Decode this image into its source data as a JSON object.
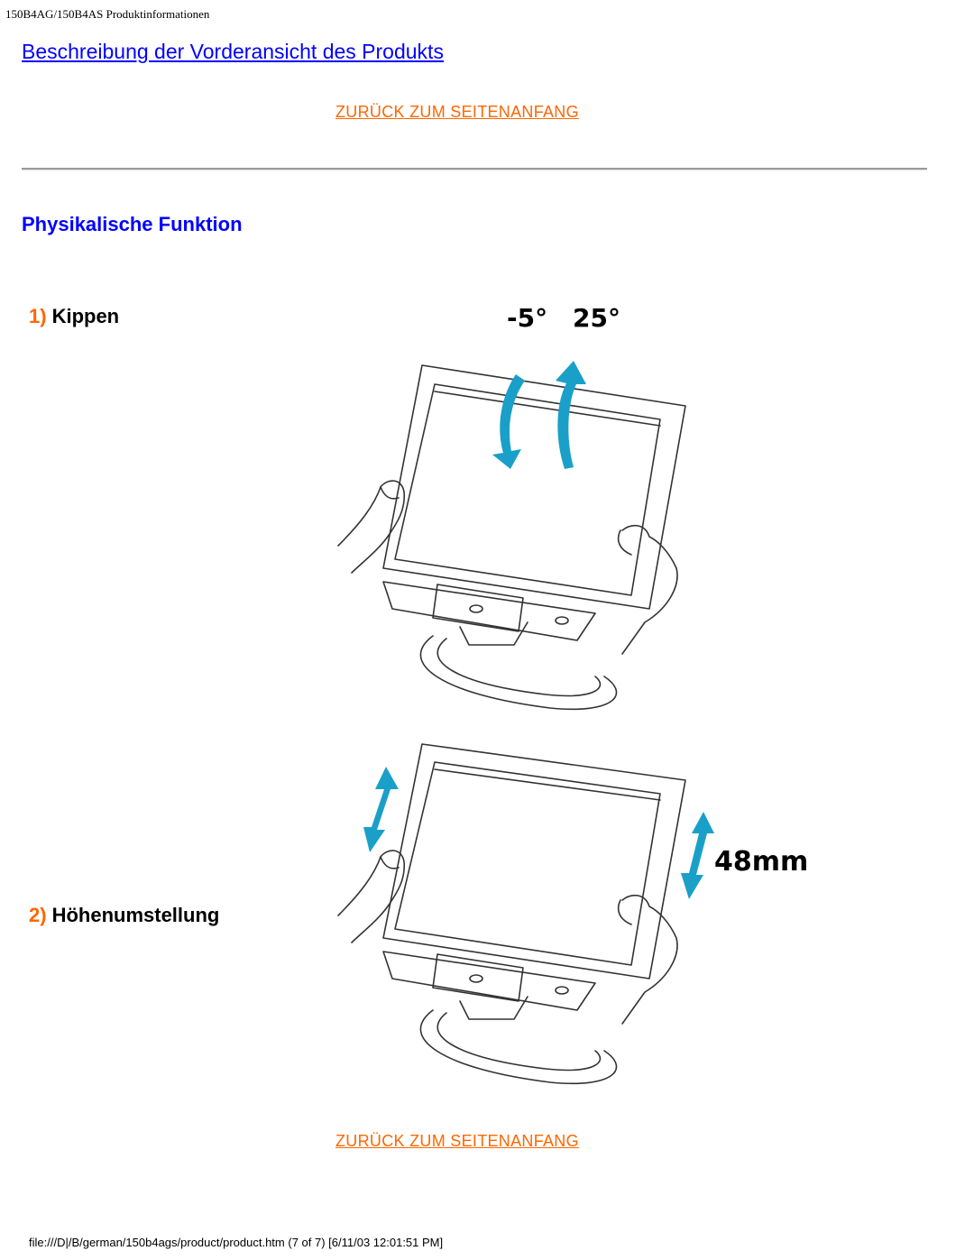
{
  "header": {
    "doc_title": "150B4AG/150B4AS Produktinformationen"
  },
  "section_link": "Beschreibung der Vorderansicht des Produkts",
  "back_to_top": "ZURÜCK ZUM SEITENANFANG",
  "heading": "Physikalische Funktion",
  "items": [
    {
      "number": "1)",
      "label": "Kippen",
      "illustration": {
        "angle_down": "-5°",
        "angle_up": "25°"
      }
    },
    {
      "number": "2)",
      "label": "Höhenumstellung",
      "illustration": {
        "range": "48mm"
      }
    }
  ],
  "footer": "file:///D|/B/german/150b4ags/product/product.htm (7 of 7) [6/11/03 12:01:51 PM]",
  "colors": {
    "link": "#0000ff",
    "accent": "#ff6600",
    "arrow": "#1aa0c8"
  }
}
